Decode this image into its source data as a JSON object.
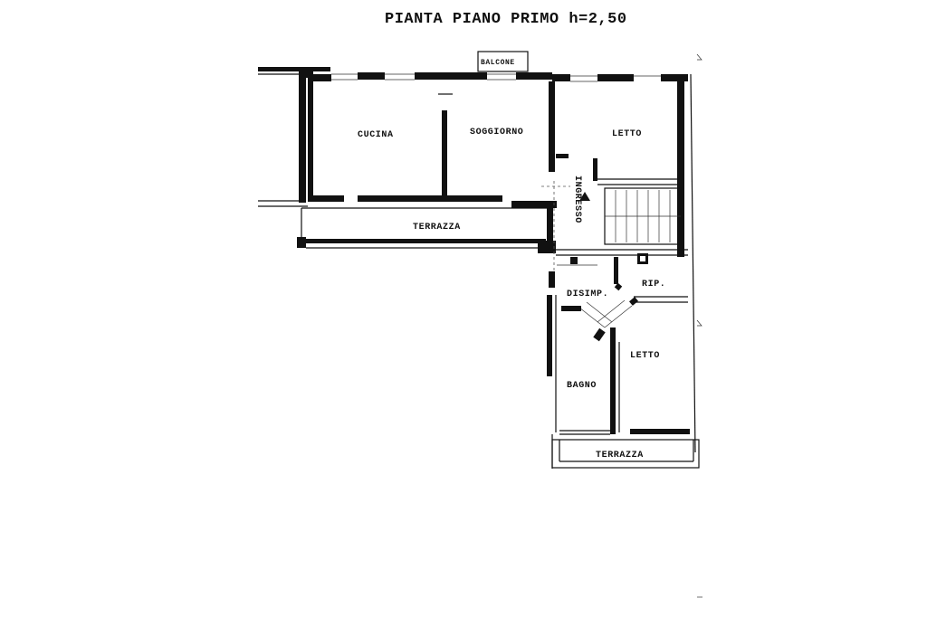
{
  "title": "PIANTA PIANO PRIMO h=2,50",
  "rooms": {
    "balcone": "BALCONE",
    "cucina": "CUCINA",
    "soggiorno": "SOGGIORNO",
    "letto_top": "LETTO",
    "ingresso": "INGRESSO",
    "terrazza_top": "TERRAZZA",
    "disimpegno": "DISIMP.",
    "ripostiglio": "RIP.",
    "letto_bottom": "LETTO",
    "bagno": "BAGNO",
    "terrazza_bottom": "TERRAZZA"
  }
}
